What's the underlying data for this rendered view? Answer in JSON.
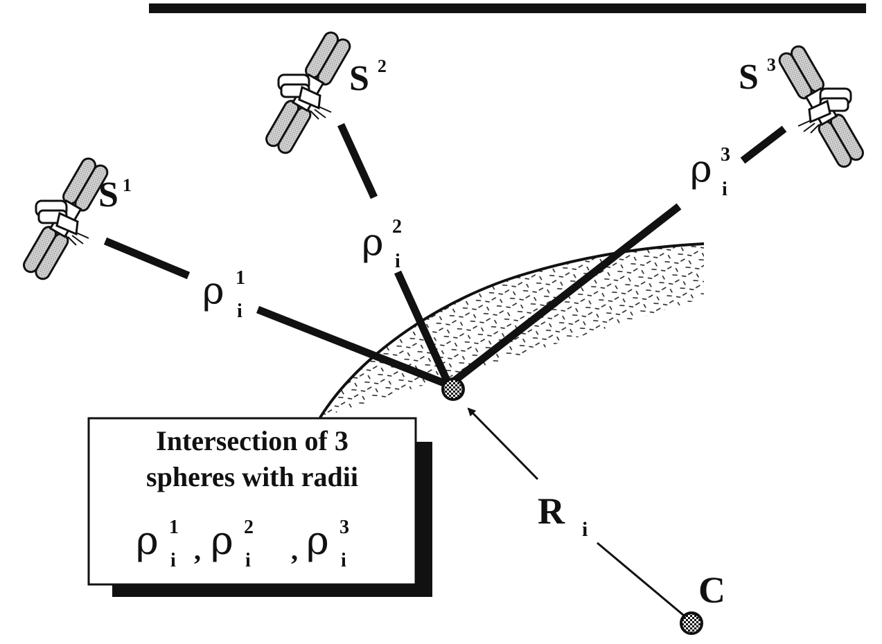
{
  "satellites": [
    {
      "id": "s1",
      "label": "S",
      "sup": "1"
    },
    {
      "id": "s2",
      "label": "S",
      "sup": "2"
    },
    {
      "id": "s3",
      "label": "S",
      "sup": "3"
    }
  ],
  "ranges": [
    {
      "id": "r1",
      "symbol": "ρ",
      "sup": "1",
      "sub": "i"
    },
    {
      "id": "r2",
      "symbol": "ρ",
      "sup": "2",
      "sub": "i"
    },
    {
      "id": "r3",
      "symbol": "ρ",
      "sup": "3",
      "sub": "i"
    }
  ],
  "position_vector": {
    "label": "R",
    "sub": "i"
  },
  "center": {
    "label": "C"
  },
  "caption": {
    "line1": "Intersection of 3",
    "line2": "spheres with radii",
    "formula": [
      {
        "symbol": "ρ",
        "sup": "1",
        "sub": "i",
        "sep": ","
      },
      {
        "symbol": "ρ",
        "sup": "2",
        "sub": "i",
        "sep": ","
      },
      {
        "symbol": "ρ",
        "sup": "3",
        "sub": "i",
        "sep": ""
      }
    ]
  },
  "colors": {
    "ink": "#111111",
    "earth_fill": "#ffffff",
    "panel_fill": "#cfcfcf"
  }
}
